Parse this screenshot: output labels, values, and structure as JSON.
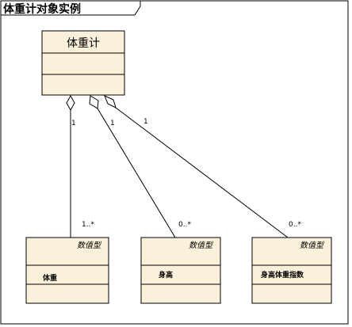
{
  "diagram": {
    "title": "体重计对象实例",
    "colors": {
      "class_fill": "#fbf0d9",
      "line": "#000000",
      "frame": "#000000",
      "background": "#ffffff"
    },
    "main_class": {
      "name": "体重计"
    },
    "parts": [
      {
        "stereotype": "数值型",
        "name": "体重",
        "owner_multiplicity": "1",
        "part_multiplicity": "1..*"
      },
      {
        "stereotype": "数值型",
        "name": "身高",
        "owner_multiplicity": "1",
        "part_multiplicity": "0..*"
      },
      {
        "stereotype": "数值型",
        "name": "身高体重指数",
        "owner_multiplicity": "1",
        "part_multiplicity": "0..*"
      }
    ]
  }
}
